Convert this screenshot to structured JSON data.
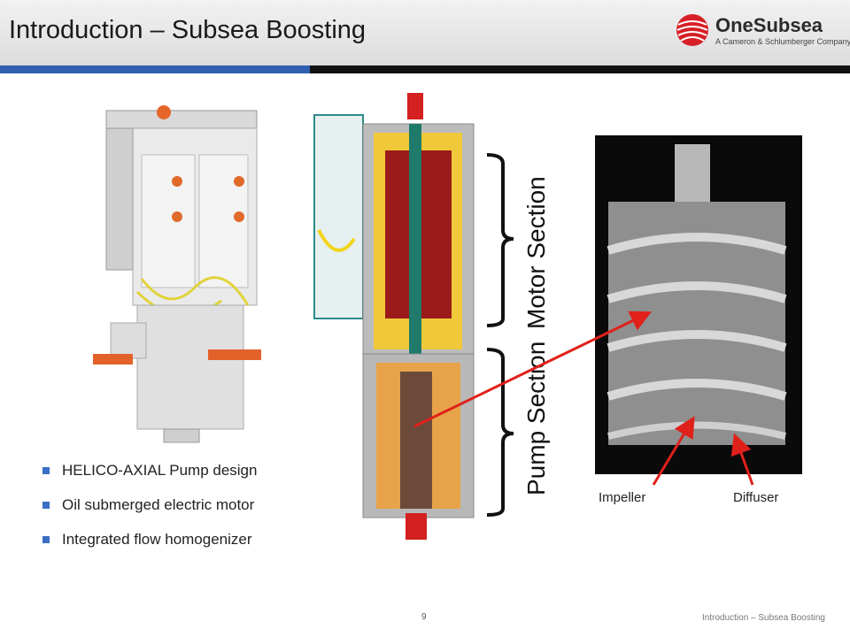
{
  "header": {
    "title": "Introduction – Subsea Boosting",
    "logo": {
      "name": "OneSubsea",
      "tagline": "A Cameron & Schlumberger Company",
      "brand_color": "#d62027"
    }
  },
  "bullets": [
    {
      "text": "HELICO-AXIAL Pump design"
    },
    {
      "text": "Oil submerged electric motor"
    },
    {
      "text": "Integrated flow homogenizer"
    }
  ],
  "labels": {
    "motor_section": "Motor Section",
    "pump_section": "Pump Section",
    "impeller": "Impeller",
    "diffuser": "Diffuser"
  },
  "footer": {
    "page_number": "9",
    "text": "Introduction – Subsea Boosting"
  },
  "colors": {
    "accent_blue": "#2f5fb0",
    "arrow_red": "#e0201b"
  }
}
